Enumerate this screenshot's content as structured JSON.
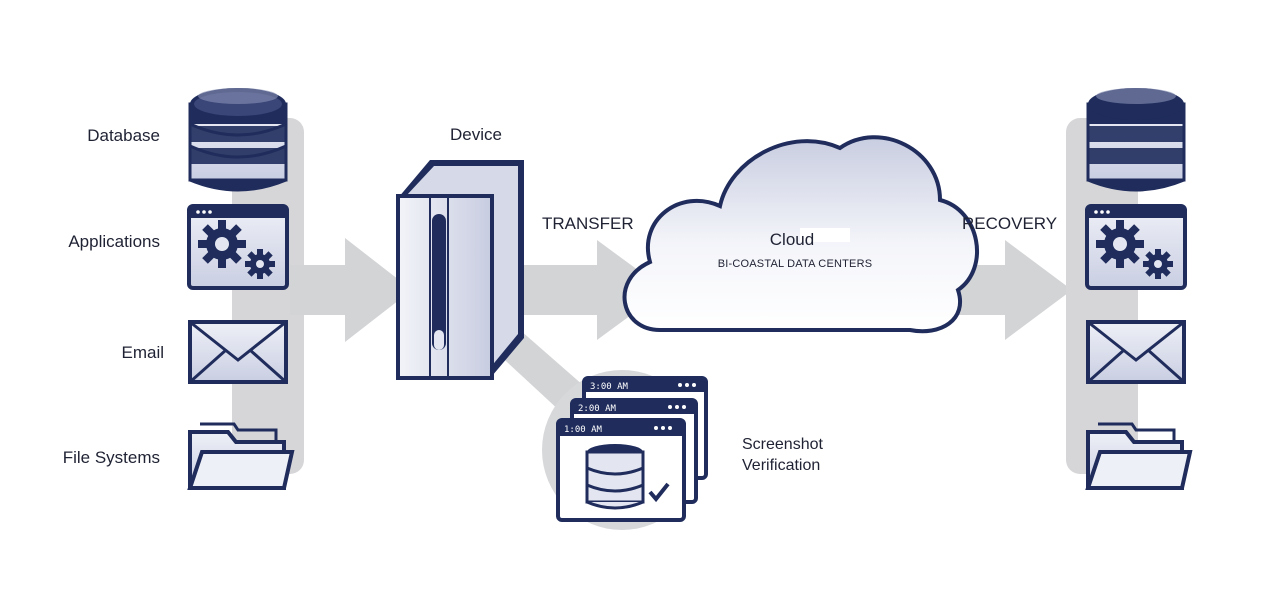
{
  "sources": {
    "database": "Database",
    "applications": "Applications",
    "email": "Email",
    "file_systems": "File Systems"
  },
  "device": {
    "label": "Device"
  },
  "transfer": {
    "label": "TRANSFER"
  },
  "cloud": {
    "title": "Cloud",
    "subtitle": "BI-COASTAL DATA CENTERS"
  },
  "recovery": {
    "label": "RECOVERY"
  },
  "verification": {
    "label_line1": "Screenshot",
    "label_line2": "Verification",
    "times": [
      "3:00 AM",
      "2:00 AM",
      "1:00 AM"
    ]
  },
  "colors": {
    "navy": "#1f2c5c",
    "icon_fill": "#e3e6f1",
    "arrow_gray": "#d3d4d6",
    "bar_gray": "#d6d6d8"
  }
}
